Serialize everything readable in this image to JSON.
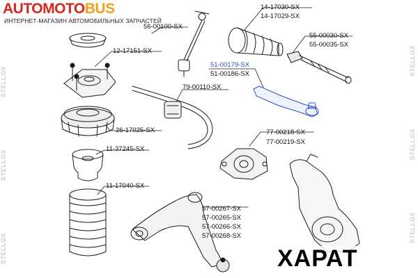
{
  "logo": {
    "part1": "AUTOMOTO",
    "part2": "BUS"
  },
  "tagline": "ИНТЕРНЕТ-МАГАЗИН АВТОМОБИЛЬНЫХ ЗАПЧАСТЕЙ",
  "watermark": "STELLOX",
  "badge": "ХАРАТ",
  "colors": {
    "logo_red": "#d6261f",
    "logo_orange": "#f2a21a",
    "highlight_label": "#2a4fd0",
    "part_outline": "#1a1a1a",
    "watermark": "#cfcfcf"
  },
  "labels": {
    "l_14_17030": "14-17030-SX",
    "l_14_17029": "14-17029-SX",
    "l_56_00100": "56-00100-SX",
    "l_55_00030": "55-00030-SX",
    "l_55_00035": "55-00035-SX",
    "l_12_17151": "12-17151-SX",
    "l_51_00179": "51-00179-SX",
    "l_51_00186": "51-00186-SX",
    "l_79_00110": "79-00110-SX",
    "l_26_17025": "26-17025-SX",
    "l_77_00218": "77-00218-SX",
    "l_77_00219": "77-00219-SX",
    "l_11_37245": "11-37245-SX",
    "l_11_17040": "11-17040-SX",
    "l_57_00267": "57-00267-SX",
    "l_57_00265": "57-00265-SX",
    "l_57_00266": "57-00266-SX",
    "l_57_00268": "57-00268-SX"
  }
}
